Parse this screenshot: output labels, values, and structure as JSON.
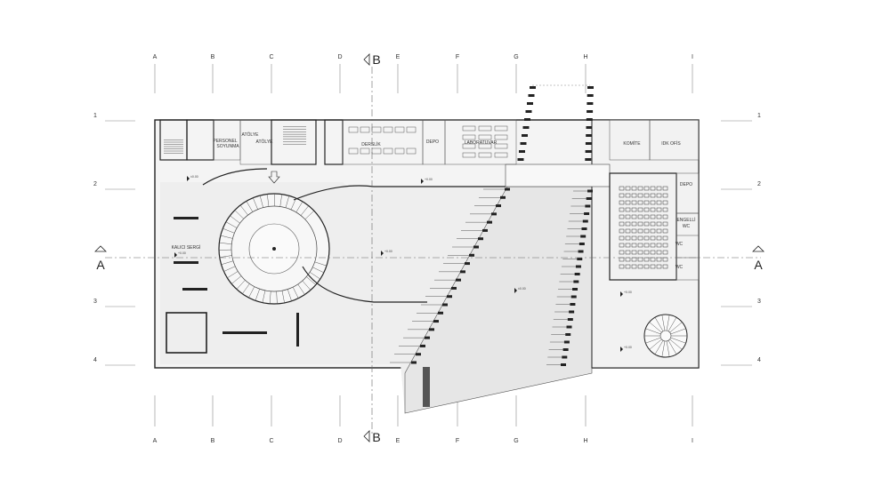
{
  "grid": {
    "columns": [
      "A",
      "B",
      "C",
      "D",
      "E",
      "F",
      "G",
      "H",
      "I"
    ],
    "rows": [
      "1",
      "2",
      "3",
      "4"
    ]
  },
  "sections": {
    "vertical": "B",
    "horizontal": "A"
  },
  "rooms": {
    "atolye_1": "ATÖLYE",
    "atolye_2": "ATÖLYE",
    "personel_soyunma_1": "PERSONEL",
    "personel_soyunma_2": "SOYUNMA",
    "derslik": "DERSLİK",
    "depo_1": "DEPO",
    "laboratuvar": "LABORATUVAR",
    "komite": "KOMİTE",
    "idk_ofis": "IDK OFİS",
    "depo_2": "DEPO",
    "engelli_wc_1": "ENGELLİ",
    "engelli_wc_2": "WC",
    "wc_1": "WC",
    "wc_2": "WC",
    "kalici_sergi": "KALICI SERGİ"
  },
  "levels": [
    "±0.00",
    "+0.00",
    "+0.00",
    "+0.00",
    "±0.00",
    "+0.00",
    "+0.00"
  ],
  "colors": {
    "floor": "#f0f0f0",
    "wall": "#222222",
    "grid": "#888888"
  }
}
